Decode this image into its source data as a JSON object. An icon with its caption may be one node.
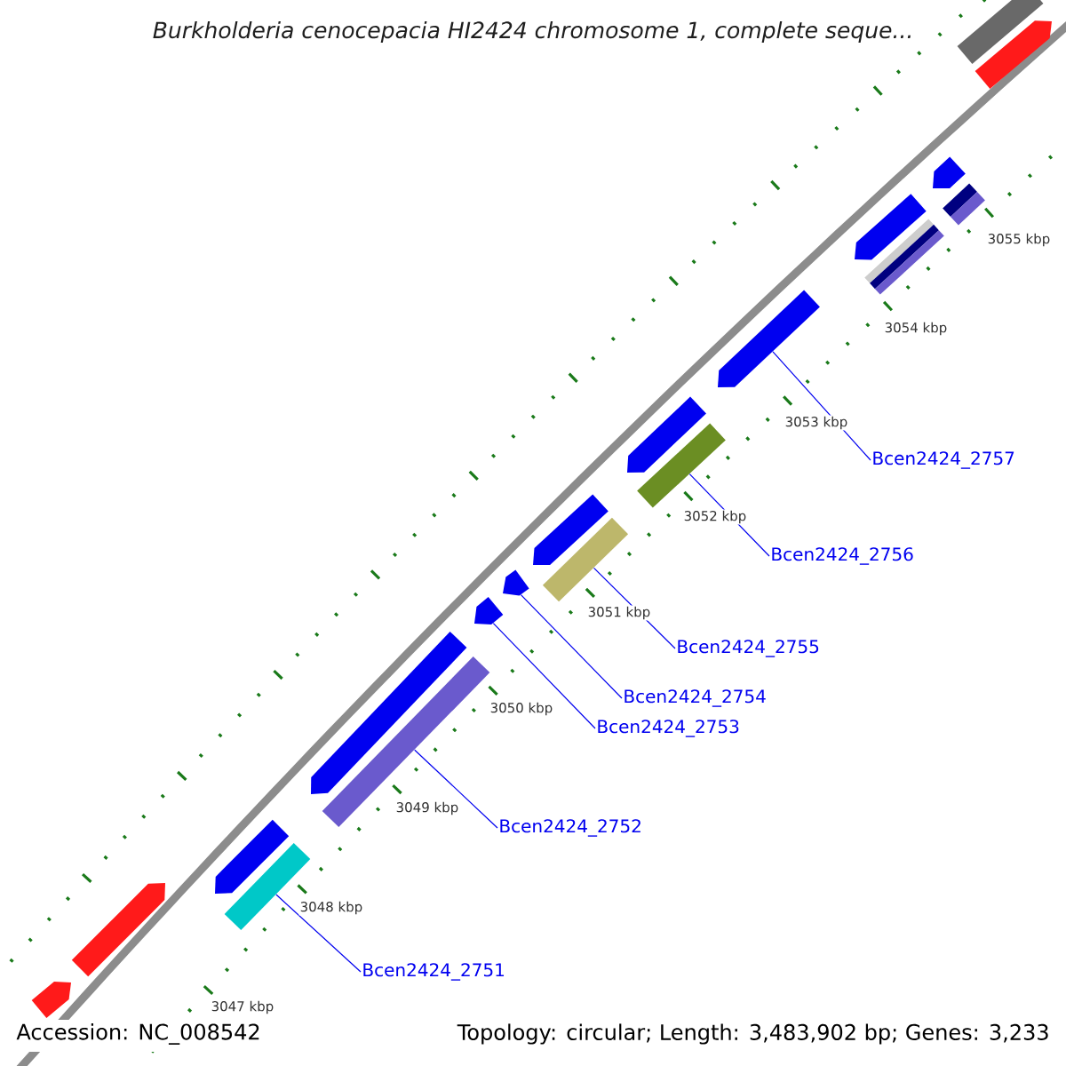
{
  "diagram": {
    "title": "Burkholderia cenocepacia HI2424 chromosome 1, complete seque...",
    "nodes": [
      {
        "text": [
          "Bcen2424_2757"
        ]
      },
      {
        "text": [
          "Bcen2424_2756"
        ]
      },
      {
        "text": [
          "Bcen2424_2755"
        ]
      },
      {
        "text": [
          "Bcen2424_2754"
        ]
      },
      {
        "text": [
          "Bcen2424_2753"
        ]
      },
      {
        "text": [
          "Bcen2424_2752"
        ]
      },
      {
        "text": [
          "Bcen2424_2751"
        ]
      },
      {
        "text": [],
        "shape": "arrow"
      },
      {
        "text": [],
        "shape": "arrow"
      },
      {
        "text": [],
        "shape": "arrow"
      },
      {
        "text": [],
        "shape": "bar"
      },
      {
        "text": [],
        "shape": "arrow"
      },
      {
        "text": [],
        "shape": "bar"
      },
      {
        "text": [],
        "shape": "arrow"
      },
      {
        "text": [],
        "shape": "arrow"
      },
      {
        "text": [],
        "shape": "arrow"
      },
      {
        "text": [],
        "shape": "bar"
      },
      {
        "text": [],
        "shape": "arrow"
      },
      {
        "text": [],
        "shape": "bar"
      },
      {
        "text": [],
        "shape": "arrow"
      },
      {
        "text": [],
        "shape": "arrow"
      },
      {
        "text": [],
        "shape": "bar"
      },
      {
        "text": [],
        "shape": "arrow"
      },
      {
        "text": [],
        "shape": "bar"
      },
      {
        "text": [],
        "shape": "bar"
      },
      {
        "text": [],
        "shape": "arrow"
      }
    ],
    "edges": [
      {
        "from": 0,
        "to": 19,
        "arrow": "none"
      },
      {
        "from": 1,
        "to": 18,
        "arrow": "none"
      },
      {
        "from": 2,
        "to": 16,
        "arrow": "none"
      },
      {
        "from": 3,
        "to": 14,
        "arrow": "none"
      },
      {
        "from": 4,
        "to": 13,
        "arrow": "none"
      },
      {
        "from": 5,
        "to": 12,
        "arrow": "none"
      },
      {
        "from": 6,
        "to": 10,
        "arrow": "none"
      }
    ],
    "labels": [
      "3055 kbp",
      "3054 kbp",
      "3053 kbp",
      "3052 kbp",
      "3051 kbp",
      "3050 kbp",
      "3049 kbp",
      "3048 kbp",
      "3047 kbp",
      "Accession: NC_008542",
      "Topology: circular; Length: 3,483,902 bp; Genes: 3,233"
    ]
  }
}
